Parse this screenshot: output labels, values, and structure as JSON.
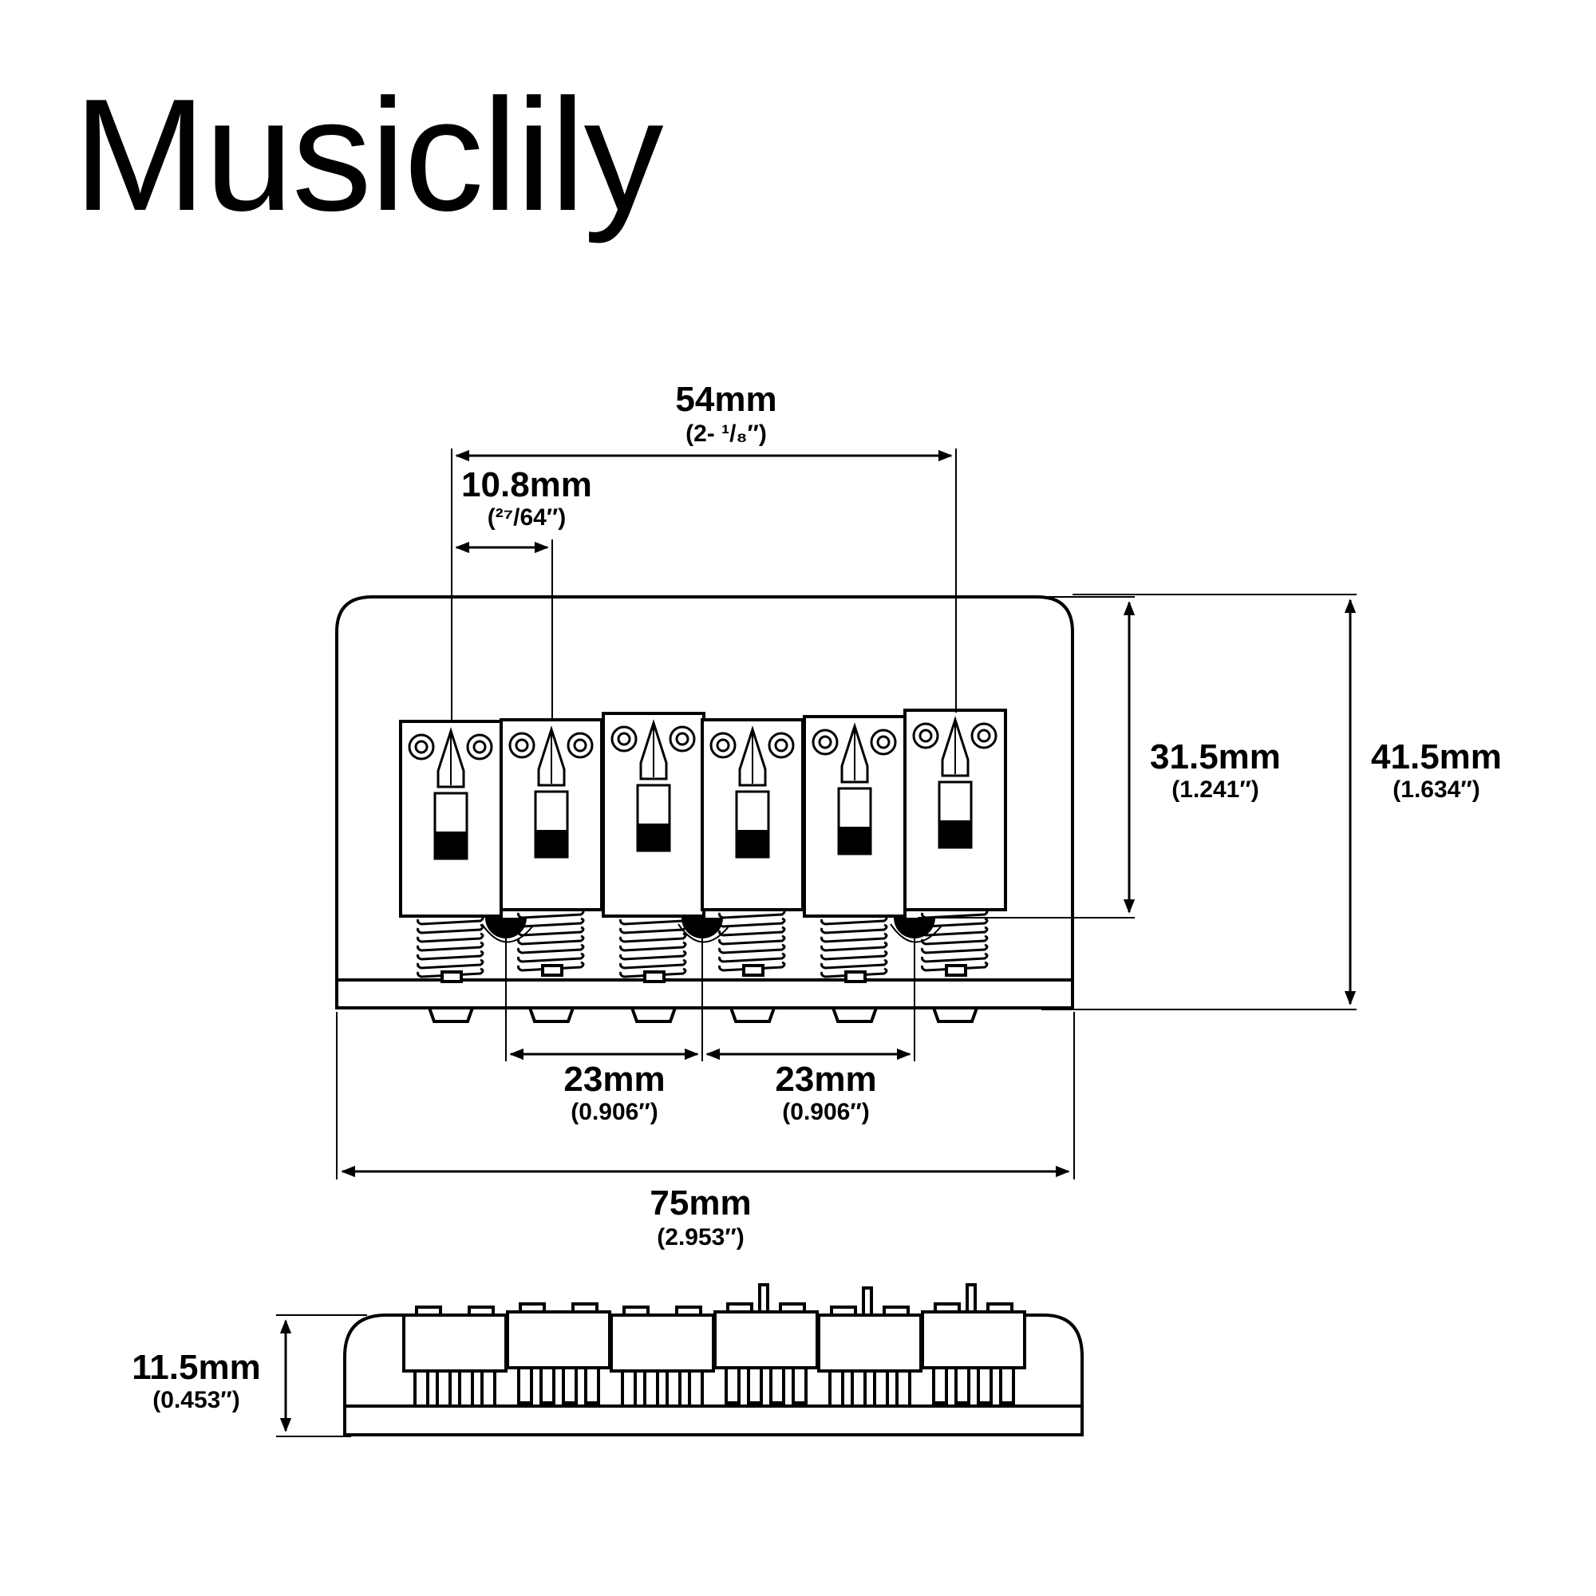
{
  "brand": {
    "name": "Musiclily"
  },
  "dimensions": {
    "string_spread": {
      "main": "54mm",
      "sub": "(2- ¹/₈″)"
    },
    "saddle_width": {
      "main": "10.8mm",
      "sub": "(²⁷/64″)"
    },
    "saddle_height": {
      "main": "31.5mm",
      "sub": "(1.241″)"
    },
    "total_height": {
      "main": "41.5mm",
      "sub": "(1.634″)"
    },
    "mount_spacing_left": {
      "main": "23mm",
      "sub": "(0.906″)"
    },
    "mount_spacing_right": {
      "main": "23mm",
      "sub": "(0.906″)"
    },
    "total_width": {
      "main": "75mm",
      "sub": "(2.953″)"
    },
    "side_height": {
      "main": "11.5mm",
      "sub": "(0.453″)"
    }
  }
}
